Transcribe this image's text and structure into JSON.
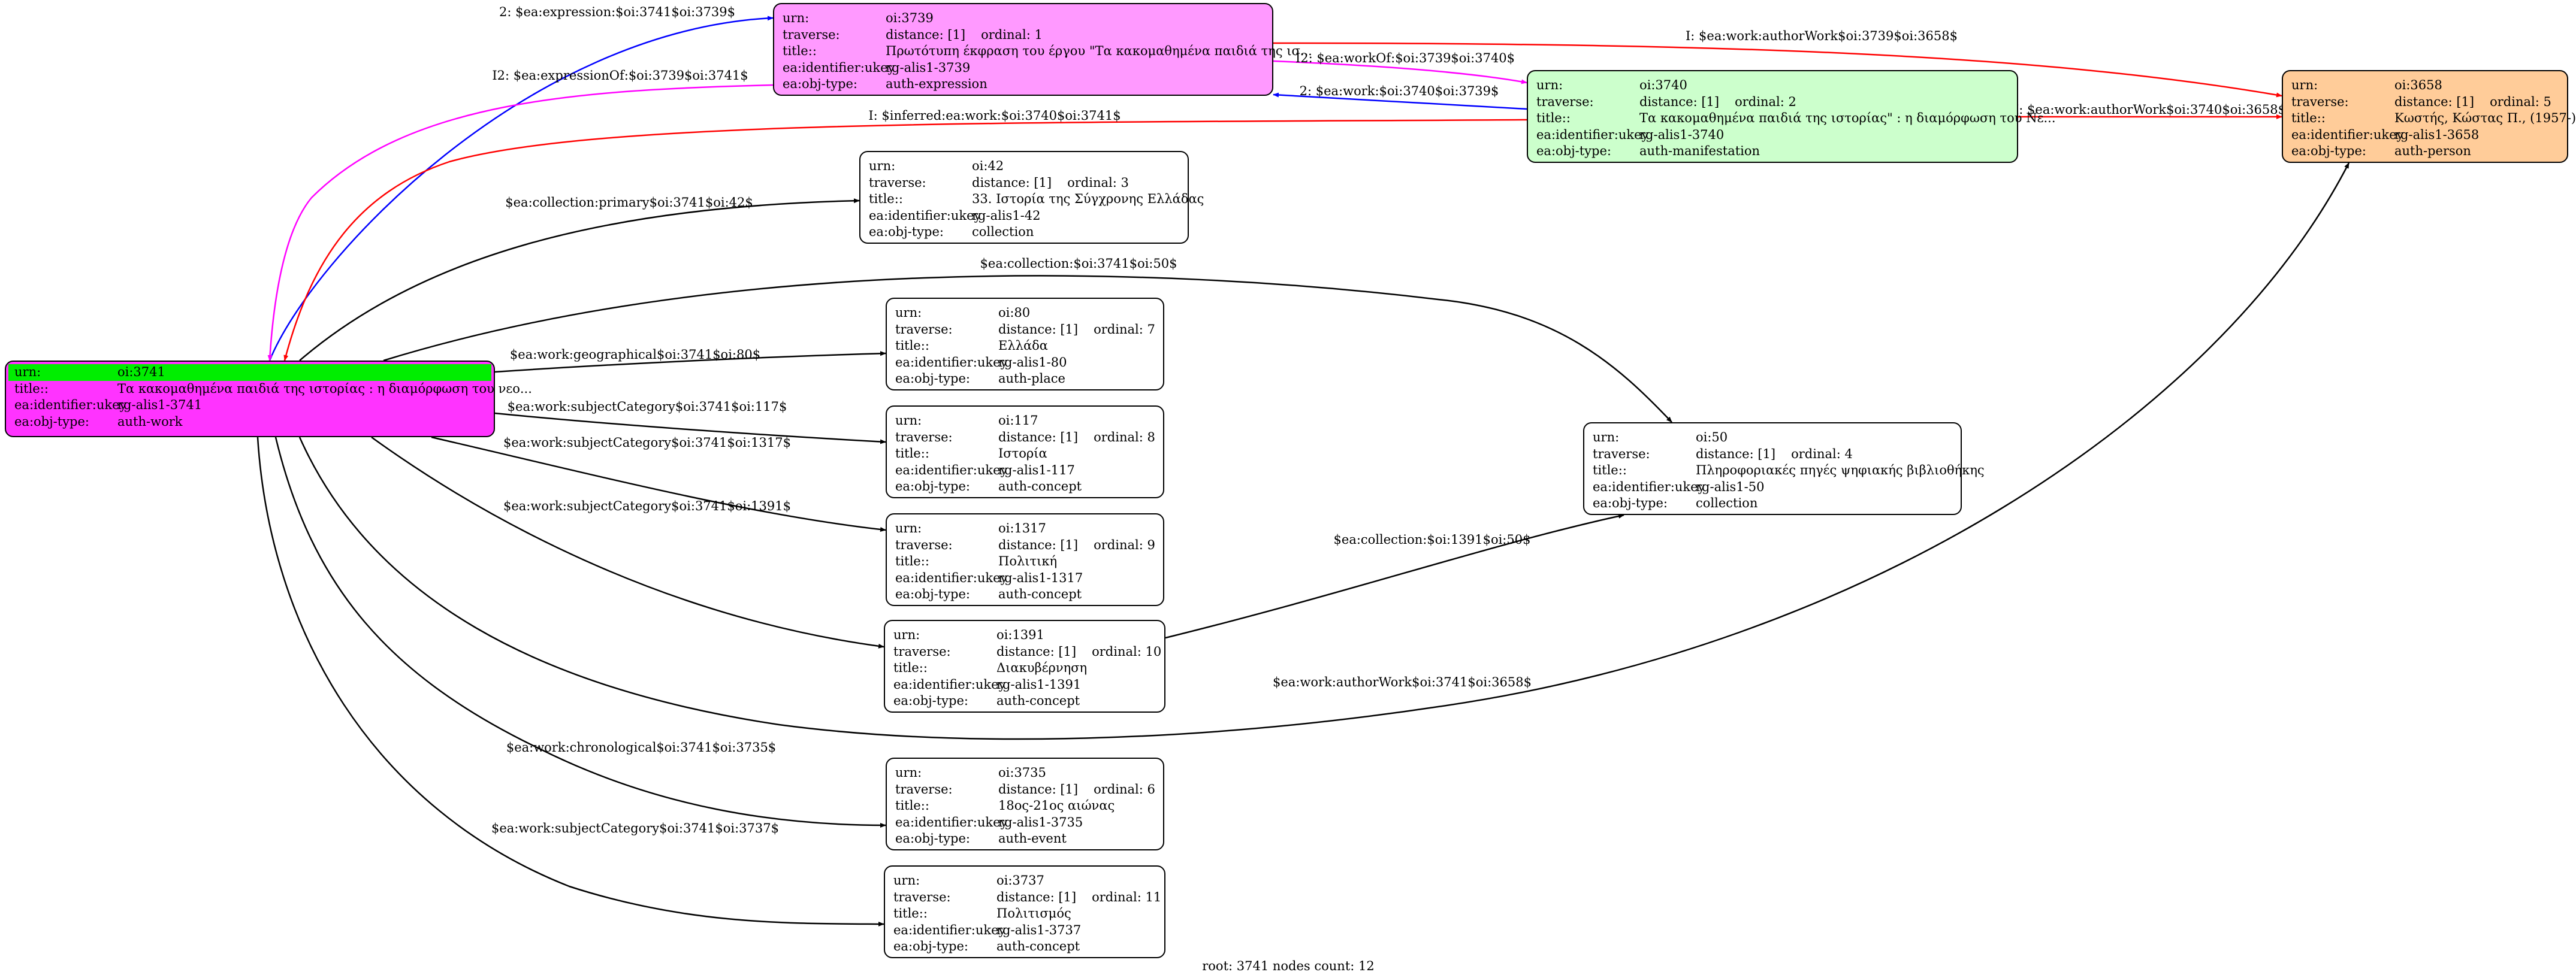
{
  "footer": "root: 3741 nodes count: 12",
  "colors": {
    "work": "#ff33ff",
    "expression": "#ff99ff",
    "manifestation": "#ccffcc",
    "person": "#ffcc99",
    "root_header": "#00ee00",
    "edge_blue": "#0000ff",
    "edge_red": "#ff0000",
    "edge_magenta": "#ff00ff",
    "edge_black": "#000000"
  },
  "nodes": [
    {
      "id": "n3741",
      "root": true,
      "fill": "#ff33ff",
      "rows": [
        {
          "k": "urn:",
          "v": "oi:3741"
        },
        {
          "k": "title::",
          "v": "Τα κακομαθημένα παιδιά της ιστορίας : η διαμόρφωση του νεο..."
        },
        {
          "k": "ea:identifier:ukey",
          "v": "rg-alis1-3741"
        },
        {
          "k": "ea:obj-type:",
          "v": "auth-work"
        }
      ]
    },
    {
      "id": "n3739",
      "fill": "#ff99ff",
      "rows": [
        {
          "k": "urn:",
          "v": "oi:3739"
        },
        {
          "k": "traverse:",
          "v": "distance: [1]",
          "o": "ordinal: 1"
        },
        {
          "k": "title::",
          "v": "Πρωτότυπη έκφραση του έργου \"Τα κακομαθημένα παιδιά της ισ..."
        },
        {
          "k": "ea:identifier:ukey",
          "v": "rg-alis1-3739"
        },
        {
          "k": "ea:obj-type:",
          "v": "auth-expression"
        }
      ]
    },
    {
      "id": "n3740",
      "fill": "#ccffcc",
      "rows": [
        {
          "k": "urn:",
          "v": "oi:3740"
        },
        {
          "k": "traverse:",
          "v": "distance: [1]",
          "o": "ordinal: 2"
        },
        {
          "k": "title::",
          "v": "Τα κακομαθημένα παιδιά της ιστορίας\" : η διαμόρφωση του Νε..."
        },
        {
          "k": "ea:identifier:ukey",
          "v": "rg-alis1-3740"
        },
        {
          "k": "ea:obj-type:",
          "v": "auth-manifestation"
        }
      ]
    },
    {
      "id": "n3658",
      "fill": "#ffcc99",
      "rows": [
        {
          "k": "urn:",
          "v": "oi:3658"
        },
        {
          "k": "traverse:",
          "v": "distance: [1]",
          "o": "ordinal: 5"
        },
        {
          "k": "title::",
          "v": "Κωστής, Κώστας Π., (1957-)"
        },
        {
          "k": "ea:identifier:ukey",
          "v": "rg-alis1-3658"
        },
        {
          "k": "ea:obj-type:",
          "v": "auth-person"
        }
      ]
    },
    {
      "id": "n42",
      "fill": "#ffffff",
      "rows": [
        {
          "k": "urn:",
          "v": "oi:42"
        },
        {
          "k": "traverse:",
          "v": "distance: [1]",
          "o": "ordinal: 3"
        },
        {
          "k": "title::",
          "v": "33. Ιστορία της Σύγχρονης Ελλάδας"
        },
        {
          "k": "ea:identifier:ukey",
          "v": "rg-alis1-42"
        },
        {
          "k": "ea:obj-type:",
          "v": "collection"
        }
      ]
    },
    {
      "id": "n80",
      "fill": "#ffffff",
      "rows": [
        {
          "k": "urn:",
          "v": "oi:80"
        },
        {
          "k": "traverse:",
          "v": "distance: [1]",
          "o": "ordinal: 7"
        },
        {
          "k": "title::",
          "v": "Ελλάδα"
        },
        {
          "k": "ea:identifier:ukey",
          "v": "rg-alis1-80"
        },
        {
          "k": "ea:obj-type:",
          "v": "auth-place"
        }
      ]
    },
    {
      "id": "n117",
      "fill": "#ffffff",
      "rows": [
        {
          "k": "urn:",
          "v": "oi:117"
        },
        {
          "k": "traverse:",
          "v": "distance: [1]",
          "o": "ordinal: 8"
        },
        {
          "k": "title::",
          "v": "Ιστορία"
        },
        {
          "k": "ea:identifier:ukey",
          "v": "rg-alis1-117"
        },
        {
          "k": "ea:obj-type:",
          "v": "auth-concept"
        }
      ]
    },
    {
      "id": "n1317",
      "fill": "#ffffff",
      "rows": [
        {
          "k": "urn:",
          "v": "oi:1317"
        },
        {
          "k": "traverse:",
          "v": "distance: [1]",
          "o": "ordinal: 9"
        },
        {
          "k": "title::",
          "v": "Πολιτική"
        },
        {
          "k": "ea:identifier:ukey",
          "v": "rg-alis1-1317"
        },
        {
          "k": "ea:obj-type:",
          "v": "auth-concept"
        }
      ]
    },
    {
      "id": "n1391",
      "fill": "#ffffff",
      "rows": [
        {
          "k": "urn:",
          "v": "oi:1391"
        },
        {
          "k": "traverse:",
          "v": "distance: [1]",
          "o": "ordinal: 10"
        },
        {
          "k": "title::",
          "v": "Διακυβέρνηση"
        },
        {
          "k": "ea:identifier:ukey",
          "v": "rg-alis1-1391"
        },
        {
          "k": "ea:obj-type:",
          "v": "auth-concept"
        }
      ]
    },
    {
      "id": "n3735",
      "fill": "#ffffff",
      "rows": [
        {
          "k": "urn:",
          "v": "oi:3735"
        },
        {
          "k": "traverse:",
          "v": "distance: [1]",
          "o": "ordinal: 6"
        },
        {
          "k": "title::",
          "v": "18ος-21ος αιώνας"
        },
        {
          "k": "ea:identifier:ukey",
          "v": "rg-alis1-3735"
        },
        {
          "k": "ea:obj-type:",
          "v": "auth-event"
        }
      ]
    },
    {
      "id": "n3737",
      "fill": "#ffffff",
      "rows": [
        {
          "k": "urn:",
          "v": "oi:3737"
        },
        {
          "k": "traverse:",
          "v": "distance: [1]",
          "o": "ordinal: 11"
        },
        {
          "k": "title::",
          "v": "Πολιτισμός"
        },
        {
          "k": "ea:identifier:ukey",
          "v": "rg-alis1-3737"
        },
        {
          "k": "ea:obj-type:",
          "v": "auth-concept"
        }
      ]
    },
    {
      "id": "n50",
      "fill": "#ffffff",
      "rows": [
        {
          "k": "urn:",
          "v": "oi:50"
        },
        {
          "k": "traverse:",
          "v": "distance: [1]",
          "o": "ordinal: 4"
        },
        {
          "k": "title::",
          "v": "Πληροφοριακές πηγές ψηφιακής βιβλιοθήκης"
        },
        {
          "k": "ea:identifier:ukey",
          "v": "rg-alis1-50"
        },
        {
          "k": "ea:obj-type:",
          "v": "collection"
        }
      ]
    }
  ],
  "edges": [
    {
      "id": "e-expr",
      "from": "n3741",
      "to": "n3739",
      "color": "#0000ff",
      "label": "2: $ea:expression:$oi:3741$oi:3739$"
    },
    {
      "id": "e-exprof",
      "from": "n3739",
      "to": "n3741",
      "color": "#ff00ff",
      "label": "I2: $ea:expressionOf:$oi:3739$oi:3741$"
    },
    {
      "id": "e-author-3739",
      "from": "n3739",
      "to": "n3658",
      "color": "#ff0000",
      "label": "I: $ea:work:authorWork$oi:3739$oi:3658$"
    },
    {
      "id": "e-workof",
      "from": "n3739",
      "to": "n3740",
      "color": "#ff00ff",
      "label": "I2: $ea:workOf:$oi:3739$oi:3740$"
    },
    {
      "id": "e-work-3740",
      "from": "n3740",
      "to": "n3739",
      "color": "#0000ff",
      "label": "2: $ea:work:$oi:3740$oi:3739$"
    },
    {
      "id": "e-inferred",
      "from": "n3740",
      "to": "n3741",
      "color": "#ff0000",
      "label": "I: $inferred:ea:work:$oi:3740$oi:3741$"
    },
    {
      "id": "e-author-3740",
      "from": "n3740",
      "to": "n3658",
      "color": "#ff0000",
      "label": "I: $ea:work:authorWork$oi:3740$oi:3658$"
    },
    {
      "id": "e-coll-42",
      "from": "n3741",
      "to": "n42",
      "color": "#000000",
      "label": "$ea:collection:primary$oi:3741$oi:42$"
    },
    {
      "id": "e-coll-50",
      "from": "n3741",
      "to": "n50",
      "color": "#000000",
      "label": "$ea:collection:$oi:3741$oi:50$"
    },
    {
      "id": "e-geo",
      "from": "n3741",
      "to": "n80",
      "color": "#000000",
      "label": "$ea:work:geographical$oi:3741$oi:80$"
    },
    {
      "id": "e-subj-117",
      "from": "n3741",
      "to": "n117",
      "color": "#000000",
      "label": "$ea:work:subjectCategory$oi:3741$oi:117$"
    },
    {
      "id": "e-subj-1317",
      "from": "n3741",
      "to": "n1317",
      "color": "#000000",
      "label": "$ea:work:subjectCategory$oi:3741$oi:1317$"
    },
    {
      "id": "e-subj-1391",
      "from": "n3741",
      "to": "n1391",
      "color": "#000000",
      "label": "$ea:work:subjectCategory$oi:3741$oi:1391$"
    },
    {
      "id": "e-coll-1391-50",
      "from": "n1391",
      "to": "n50",
      "color": "#000000",
      "label": "$ea:collection:$oi:1391$oi:50$"
    },
    {
      "id": "e-author-3741",
      "from": "n3741",
      "to": "n3658",
      "color": "#000000",
      "label": "$ea:work:authorWork$oi:3741$oi:3658$"
    },
    {
      "id": "e-chrono",
      "from": "n3741",
      "to": "n3735",
      "color": "#000000",
      "label": "$ea:work:chronological$oi:3741$oi:3735$"
    },
    {
      "id": "e-subj-3737",
      "from": "n3741",
      "to": "n3737",
      "color": "#000000",
      "label": "$ea:work:subjectCategory$oi:3741$oi:3737$"
    }
  ]
}
